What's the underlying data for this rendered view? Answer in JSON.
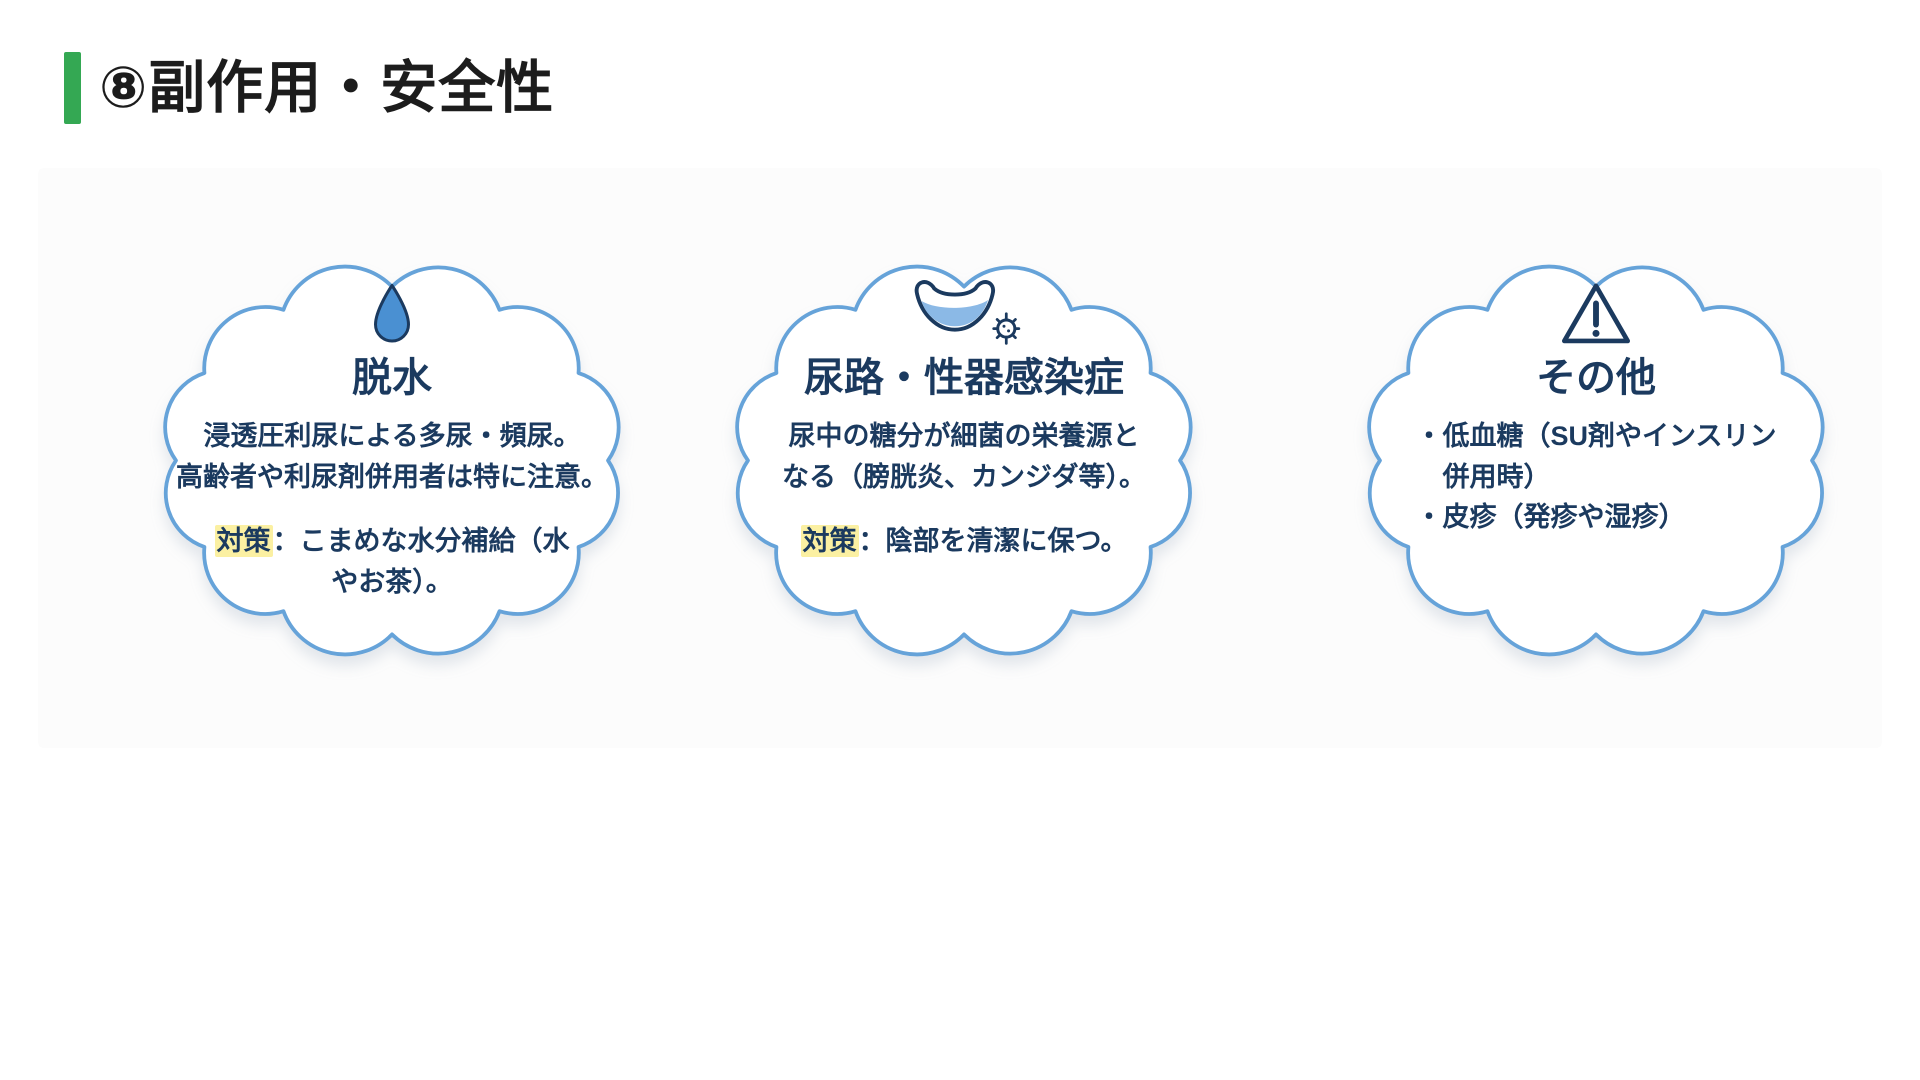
{
  "slide": {
    "title": "⑧副作用・安全性",
    "accent_color": "#34a853",
    "cloud_border_color": "#66a3d9",
    "text_color": "#1b3a5f",
    "highlight_color": "#fbf0a2"
  },
  "clouds": [
    {
      "icon": "water-drop-icon",
      "title": "脱水",
      "body": "浸透圧利尿による多尿・頻尿。\n高齢者や利尿剤併用者は特に注意。",
      "measure_label": "対策",
      "measure_text": "：こまめな水分補給（水\nやお茶）。"
    },
    {
      "icon": "bladder-infection-icon",
      "title": "尿路・性器感染症",
      "body": "尿中の糖分が細菌の栄養源と\nなる（膀胱炎、カンジダ等）。",
      "measure_label": "対策",
      "measure_text": "：陰部を清潔に保つ。"
    },
    {
      "icon": "warning-triangle-icon",
      "title": "その他",
      "body": "・低血糖（SU剤やインスリン\n　併用時）\n・皮疹（発疹や湿疹）"
    }
  ]
}
